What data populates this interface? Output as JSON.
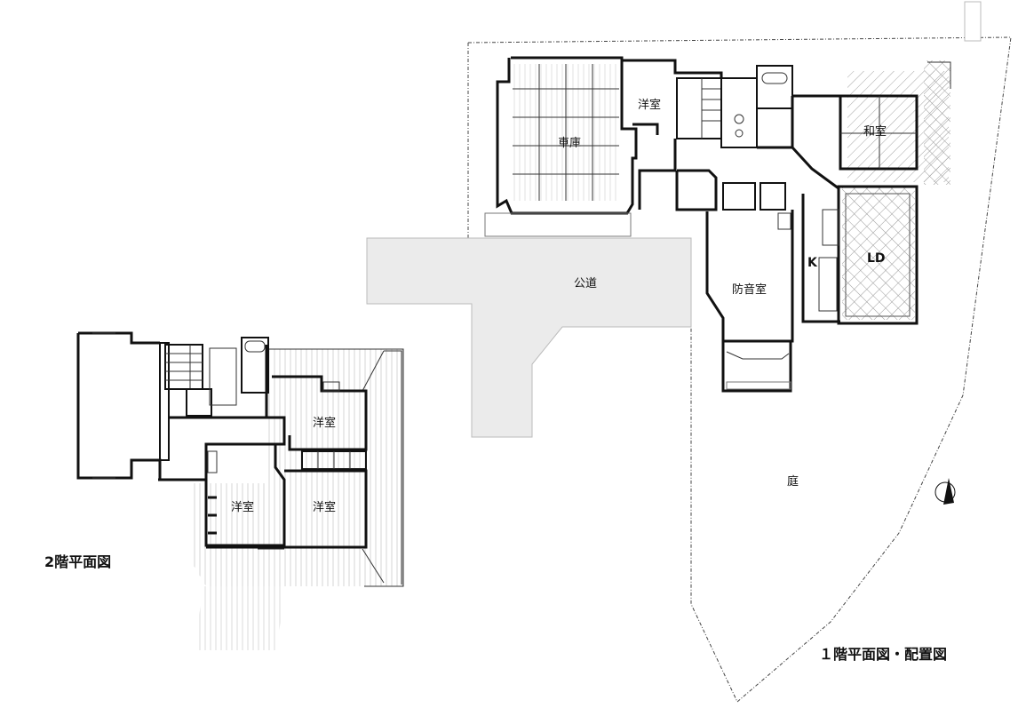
{
  "floor1": {
    "caption": "１階平面図・配置図",
    "rooms": {
      "garage": "車庫",
      "western_room": "洋室",
      "japanese_room": "和室",
      "ld": "LD",
      "kitchen": "K",
      "soundproof_room": "防音室",
      "public_road": "公道",
      "garden": "庭"
    }
  },
  "floor2": {
    "caption": "2階平面図",
    "rooms": {
      "western_room_a": "洋室",
      "western_room_b": "洋室",
      "western_room_c": "洋室"
    }
  },
  "colors": {
    "road_fill": "#ebebeb",
    "road_stroke": "#bbbbbb",
    "wall": "#111111",
    "hatch": "#9a9a9a"
  },
  "icons": {
    "north_arrow": "north-arrow-icon"
  }
}
